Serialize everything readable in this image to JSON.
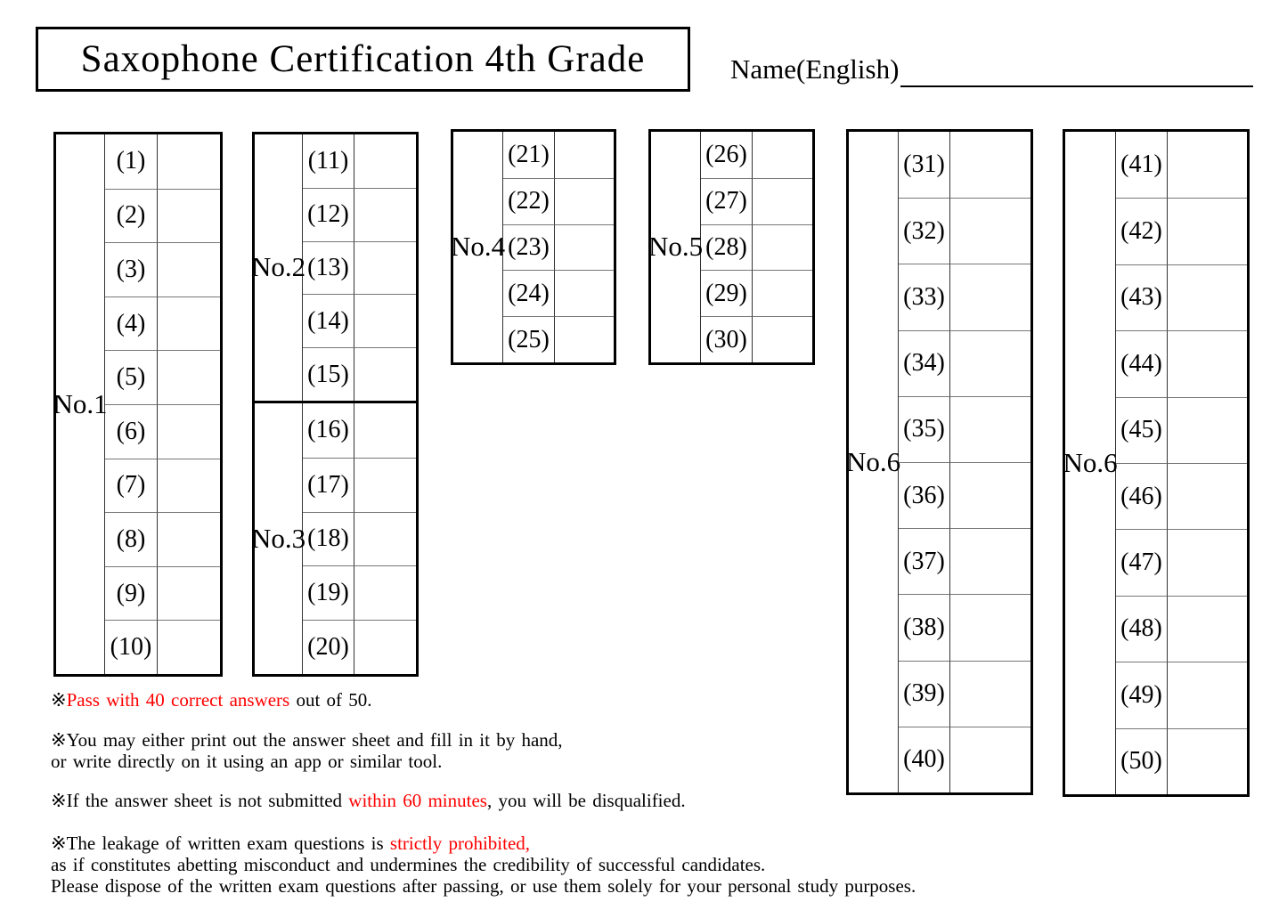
{
  "colors": {
    "red": "#ff0000",
    "black": "#000000",
    "background": "#ffffff"
  },
  "header": {
    "title": "Saxophone Certification 4th Grade",
    "name_label": "Name(English)",
    "name_value": ""
  },
  "tables": [
    {
      "label": "No.1",
      "items": [
        "(1)",
        "(2)",
        "(3)",
        "(4)",
        "(5)",
        "(6)",
        "(7)",
        "(8)",
        "(9)",
        "(10)"
      ]
    },
    {
      "label": "No.2",
      "items": [
        "(11)",
        "(12)",
        "(13)",
        "(14)",
        "(15)"
      ]
    },
    {
      "label": "No.3",
      "items": [
        "(16)",
        "(17)",
        "(18)",
        "(19)",
        "(20)"
      ]
    },
    {
      "label": "No.4",
      "items": [
        "(21)",
        "(22)",
        "(23)",
        "(24)",
        "(25)"
      ]
    },
    {
      "label": "No.5",
      "items": [
        "(26)",
        "(27)",
        "(28)",
        "(29)",
        "(30)"
      ]
    },
    {
      "label": "No.6",
      "items": [
        "(31)",
        "(32)",
        "(33)",
        "(34)",
        "(35)",
        "(36)",
        "(37)",
        "(38)",
        "(39)",
        "(40)"
      ]
    },
    {
      "label": "No.6",
      "items": [
        "(41)",
        "(42)",
        "(43)",
        "(44)",
        "(45)",
        "(46)",
        "(47)",
        "(48)",
        "(49)",
        "(50)"
      ]
    }
  ],
  "notes": [
    {
      "lines": [
        [
          {
            "text": "※",
            "red": false
          },
          {
            "text": "Pass with 40 correct answers",
            "red": true
          },
          {
            "text": " out of 50.",
            "red": false
          }
        ]
      ]
    },
    {
      "lines": [
        [
          {
            "text": "※You may either print out the answer sheet and fill in it by hand,",
            "red": false
          }
        ],
        [
          {
            "text": "or write directly on it using an app or similar tool.",
            "red": false
          }
        ]
      ]
    },
    {
      "lines": [
        [
          {
            "text": "※If the answer sheet is not submitted ",
            "red": false
          },
          {
            "text": "within 60 minutes",
            "red": true
          },
          {
            "text": ", you will be disqualified.",
            "red": false
          }
        ]
      ]
    },
    {
      "lines": [
        [
          {
            "text": "※The leakage of written exam questions is ",
            "red": false
          },
          {
            "text": "strictly prohibited,",
            "red": true
          }
        ],
        [
          {
            "text": "as if constitutes abetting misconduct and undermines the credibility of successful candidates.",
            "red": false
          }
        ],
        [
          {
            "text": "Please dispose of the written exam questions after passing, or use them solely for your personal study purposes.",
            "red": false
          }
        ]
      ]
    }
  ]
}
